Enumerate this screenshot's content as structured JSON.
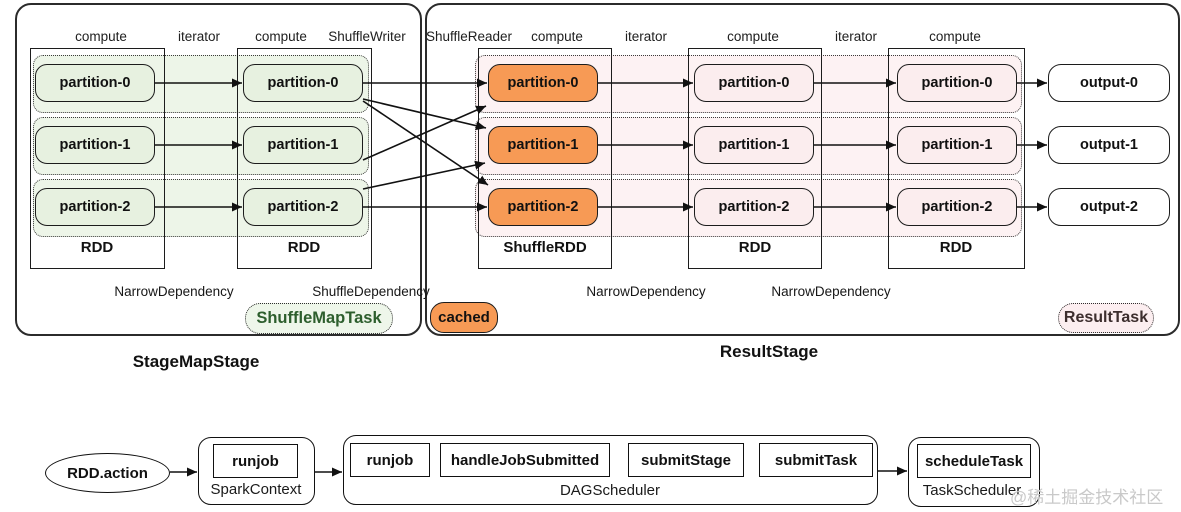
{
  "colors": {
    "green_partition": "#e7f1e0",
    "green_band": "#edf5e8",
    "orange": "#f79a55",
    "pink_partition": "#fbedee",
    "pink_band": "#fdf2f3",
    "shuffle_map_task_text": "#2d5e2d",
    "result_task_text": "#3d2e2e",
    "watermark_gray": "#c9c9c9"
  },
  "top": {
    "left_stage": {
      "methods": [
        "compute",
        "iterator",
        "compute",
        "ShuffleWriter"
      ],
      "rdd1": {
        "label": "RDD",
        "partitions": [
          "partition-0",
          "partition-1",
          "partition-2"
        ]
      },
      "rdd2": {
        "label": "RDD",
        "partitions": [
          "partition-0",
          "partition-1",
          "partition-2"
        ]
      },
      "dependencies": [
        "NarrowDependency",
        "ShuffleDependency"
      ],
      "task_badge": "ShuffleMapTask",
      "stage_title": "StageMapStage"
    },
    "right_stage": {
      "methods": [
        "ShuffleReader",
        "compute",
        "iterator",
        "compute",
        "iterator",
        "compute"
      ],
      "shuffle_rdd": {
        "label": "ShuffleRDD",
        "partitions": [
          "partition-0",
          "partition-1",
          "partition-2"
        ]
      },
      "rdd2": {
        "label": "RDD",
        "partitions": [
          "partition-0",
          "partition-1",
          "partition-2"
        ]
      },
      "rdd3": {
        "label": "RDD",
        "partitions": [
          "partition-0",
          "partition-1",
          "partition-2"
        ]
      },
      "outputs": [
        "output-0",
        "output-1",
        "output-2"
      ],
      "dependencies": [
        "NarrowDependency",
        "NarrowDependency"
      ],
      "cached_badge": "cached",
      "task_badge": "ResultTask",
      "stage_title": "ResultStage"
    }
  },
  "bottom": {
    "action": "RDD.action",
    "spark_context": {
      "label": "SparkContext",
      "methods": [
        "runjob"
      ]
    },
    "dag_scheduler": {
      "label": "DAGScheduler",
      "methods": [
        "runjob",
        "handleJobSubmitted",
        "submitStage",
        "submitTask"
      ]
    },
    "task_scheduler": {
      "label": "TaskScheduler",
      "methods": [
        "scheduleTask"
      ]
    }
  },
  "watermark": "@稀土掘金技术社区"
}
